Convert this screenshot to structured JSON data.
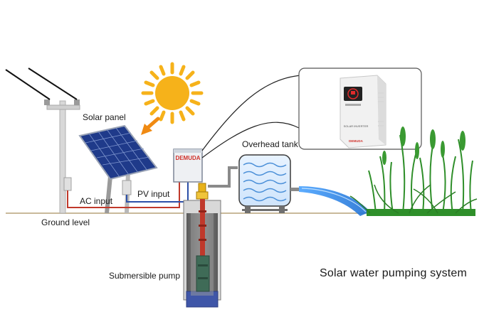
{
  "labels": {
    "solar_panel": "Solar panel",
    "overhead_tank": "Overhead tank",
    "ac_input": "AC input",
    "pv_input": "PV input",
    "ground_level": "Ground level",
    "submersible_pump": "Submersible pump",
    "title": "Solar water pumping system"
  },
  "controller_brand": "DEMUDA",
  "inverter_brand": "DEMUDA",
  "inverter_model": "SOLAR INVERTER",
  "colors": {
    "ground_line": "#c9b99a",
    "ac_wire": "#c0392b",
    "pv_wire": "#2c4fa8",
    "sun": "#f6b21a",
    "sun_arrow": "#f08a12",
    "panel": "#1f3a8a",
    "pump_pipe": "#c0392b",
    "water": "#2f7fd6",
    "grass": "#2f8f2a"
  },
  "icons": [
    "sun-icon",
    "arrow-icon",
    "power-pole-icon",
    "solar-panel-icon",
    "controller-box-icon",
    "inverter-icon",
    "water-tank-icon",
    "pump-icon",
    "grass-icon"
  ]
}
